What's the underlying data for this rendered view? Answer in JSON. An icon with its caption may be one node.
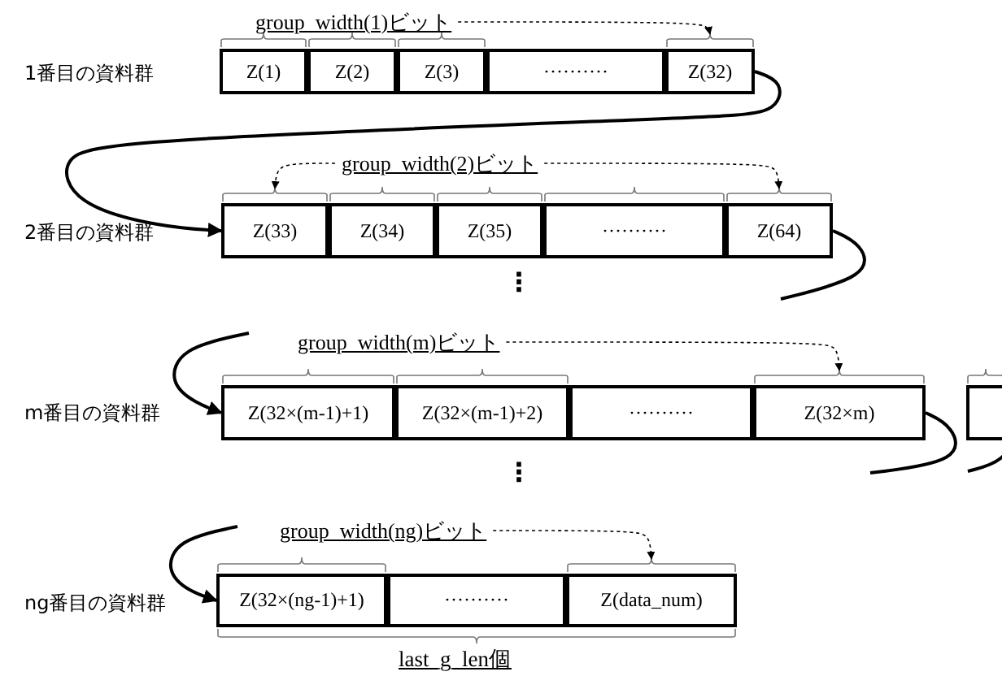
{
  "diagram": {
    "nodes": [
      {
        "text": [
          "group_width(1)ビット"
        ]
      },
      {
        "text": [
          "Z(1)"
        ]
      },
      {
        "text": [
          "Z(2)"
        ]
      },
      {
        "text": [
          "Z(3)"
        ]
      },
      {
        "text": [
          "··········"
        ]
      },
      {
        "text": [
          "Z(32)"
        ]
      },
      {
        "text": [
          "group_width(2)ビット"
        ]
      },
      {
        "text": [
          "Z(33)"
        ]
      },
      {
        "text": [
          "Z(34)"
        ]
      },
      {
        "text": [
          "Z(35)"
        ]
      },
      {
        "text": [
          "··········"
        ]
      },
      {
        "text": [
          "Z(64)"
        ]
      },
      {
        "text": [
          "group_width(m)ビット"
        ]
      },
      {
        "text": [
          "Z(32×(m-1)+1)"
        ]
      },
      {
        "text": [
          "Z(32×(m-1)+2)"
        ]
      },
      {
        "text": [
          "··········"
        ]
      },
      {
        "text": [
          "Z(32×m)"
        ]
      },
      {
        "text": [],
        "shape": "box"
      },
      {
        "text": [
          "group_width(ng)ビット"
        ]
      },
      {
        "text": [
          "Z(32×(ng-1)+1)"
        ]
      },
      {
        "text": [
          "··········"
        ]
      },
      {
        "text": [
          "Z(data_num)"
        ]
      }
    ],
    "edges": [
      {
        "from": 0,
        "to": 5,
        "arrow": "to",
        "style": "dashed"
      },
      {
        "from": 5,
        "to": 7,
        "arrow": "to"
      },
      {
        "from": 6,
        "to": 7,
        "arrow": "to",
        "style": "dashed"
      },
      {
        "from": 6,
        "to": 11,
        "arrow": "to",
        "style": "dashed"
      },
      {
        "from": 11,
        "to": null,
        "arrow": "none"
      },
      {
        "from": 12,
        "to": 16,
        "arrow": "to",
        "style": "dashed"
      },
      {
        "from": null,
        "to": 13,
        "arrow": "to"
      },
      {
        "from": 16,
        "to": null,
        "arrow": "none"
      },
      {
        "from": 17,
        "to": null,
        "arrow": "none"
      },
      {
        "from": 18,
        "to": 21,
        "arrow": "to",
        "style": "dashed"
      },
      {
        "from": null,
        "to": 19,
        "arrow": "to"
      }
    ],
    "labels": [
      "1番目の資料群",
      "2番目の資料群",
      "⋮",
      "m番目の資料群",
      "⋮",
      "ng番目の資料群",
      "last_g_len個"
    ]
  }
}
